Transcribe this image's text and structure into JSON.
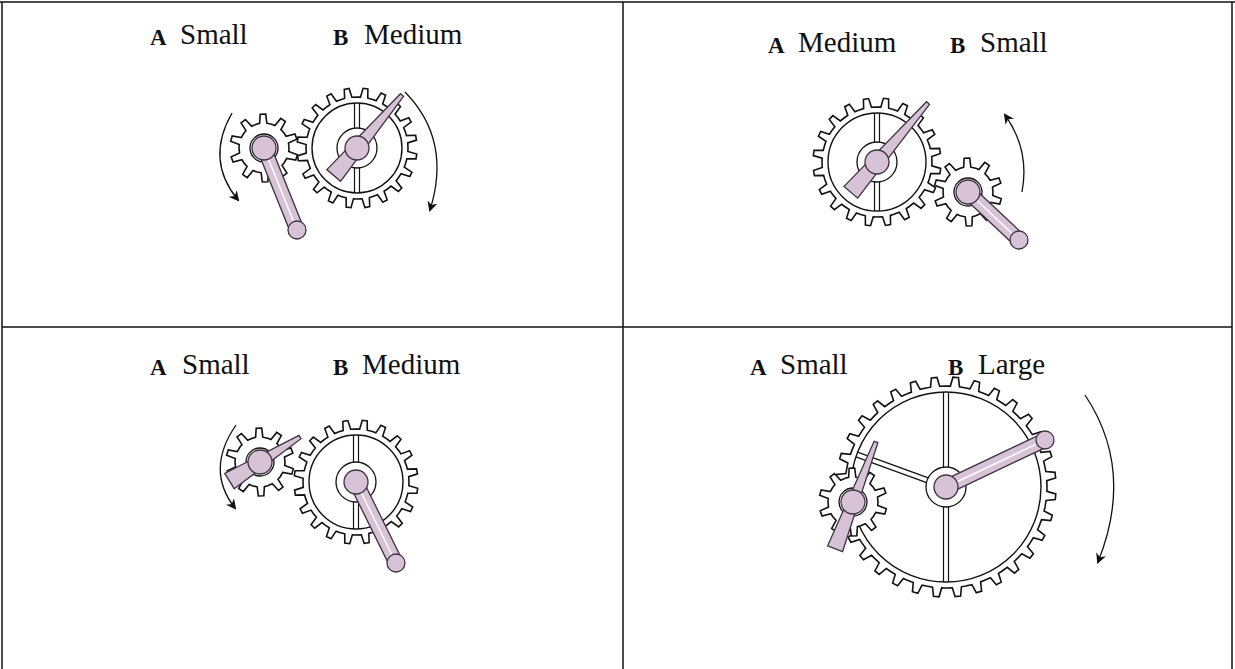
{
  "diagram": {
    "labels": [
      "A",
      "Small",
      "B",
      "Medium",
      "A",
      "Medium",
      "B",
      "Small",
      "A",
      "Small",
      "B",
      "Medium",
      "A",
      "Small",
      "B",
      "Large"
    ]
  }
}
